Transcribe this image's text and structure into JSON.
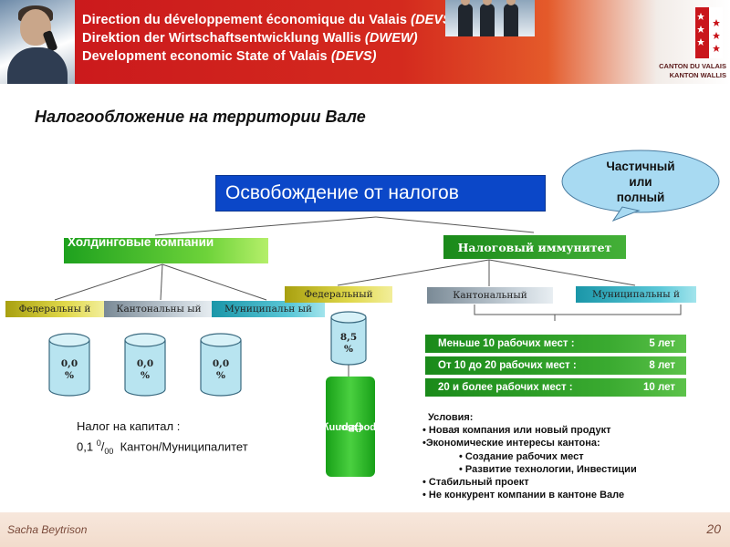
{
  "header": {
    "line1": "Direction du développement économique du Valais",
    "line1_abbr": "(DEVS)",
    "line2": "Direktion der Wirtschaftsentwicklung Wallis",
    "line2_abbr": "(DWEW)",
    "line3": "Development economic State of Valais",
    "line3_abbr": "(DEVS)",
    "canton_line1": "CANTON DU VALAIS",
    "canton_line2": "KANTON WALLIS",
    "colors": {
      "banner_red": "#c9161c",
      "logo_white": "#ffffff"
    }
  },
  "slide": {
    "title": "Налогообложение на территории Вале"
  },
  "diagram": {
    "top_box": "Освобождение от налогов",
    "callout": {
      "line1": "Частичный",
      "line2": "или",
      "line3": "полный"
    },
    "holding": "Холдинговые компании",
    "immunity": "Налоговый иммунитет",
    "left_levels": {
      "federal": "Федеральны й",
      "cantonal": "Кантональны ый",
      "municipal": "Муниципальн ый"
    },
    "right_levels": {
      "federal": "Федеральный",
      "cantonal": "Кантональный",
      "municipal": "Муниципальны й"
    },
    "cylinders": {
      "federal": {
        "value": "0,0",
        "unit": "%"
      },
      "cantonal": {
        "value": "0,0",
        "unit": "%"
      },
      "municipal": {
        "value": "0,0",
        "unit": "%"
      },
      "right_federal": {
        "value": "8,5",
        "unit": "%"
      }
    },
    "bonny": {
      "line1": "Bonny указ",
      "line2": "(зер.",
      "line3": "Запрос)"
    },
    "capital_tax": {
      "line1": "Налог на капитал :",
      "prefix": "0,1 ",
      "sup": "0",
      "slash": "/",
      "sub": "00",
      "suffix": "  Кантон/Муниципалитет"
    },
    "employee_rows": [
      {
        "condition": "Меньше 10 рабочих мест  :",
        "years": "5 лет"
      },
      {
        "condition": "От 10 до 20 рабочих мест  :",
        "years": "8 лет"
      },
      {
        "condition": "20 и более рабочих мест   :",
        "years": "10 лет"
      }
    ],
    "conditions": {
      "title": "Условия:",
      "items": [
        "• Новая компания или новый продукт",
        "•Экономические интересы кантона:",
        "• Создание рабочих мест",
        "• Развитие технологии, Инвестиции",
        "• Стабильный проект",
        "• Не конкурент компании в кантоне Вале"
      ]
    }
  },
  "footer": {
    "author": "Sacha Beytrison",
    "page": "20"
  }
}
